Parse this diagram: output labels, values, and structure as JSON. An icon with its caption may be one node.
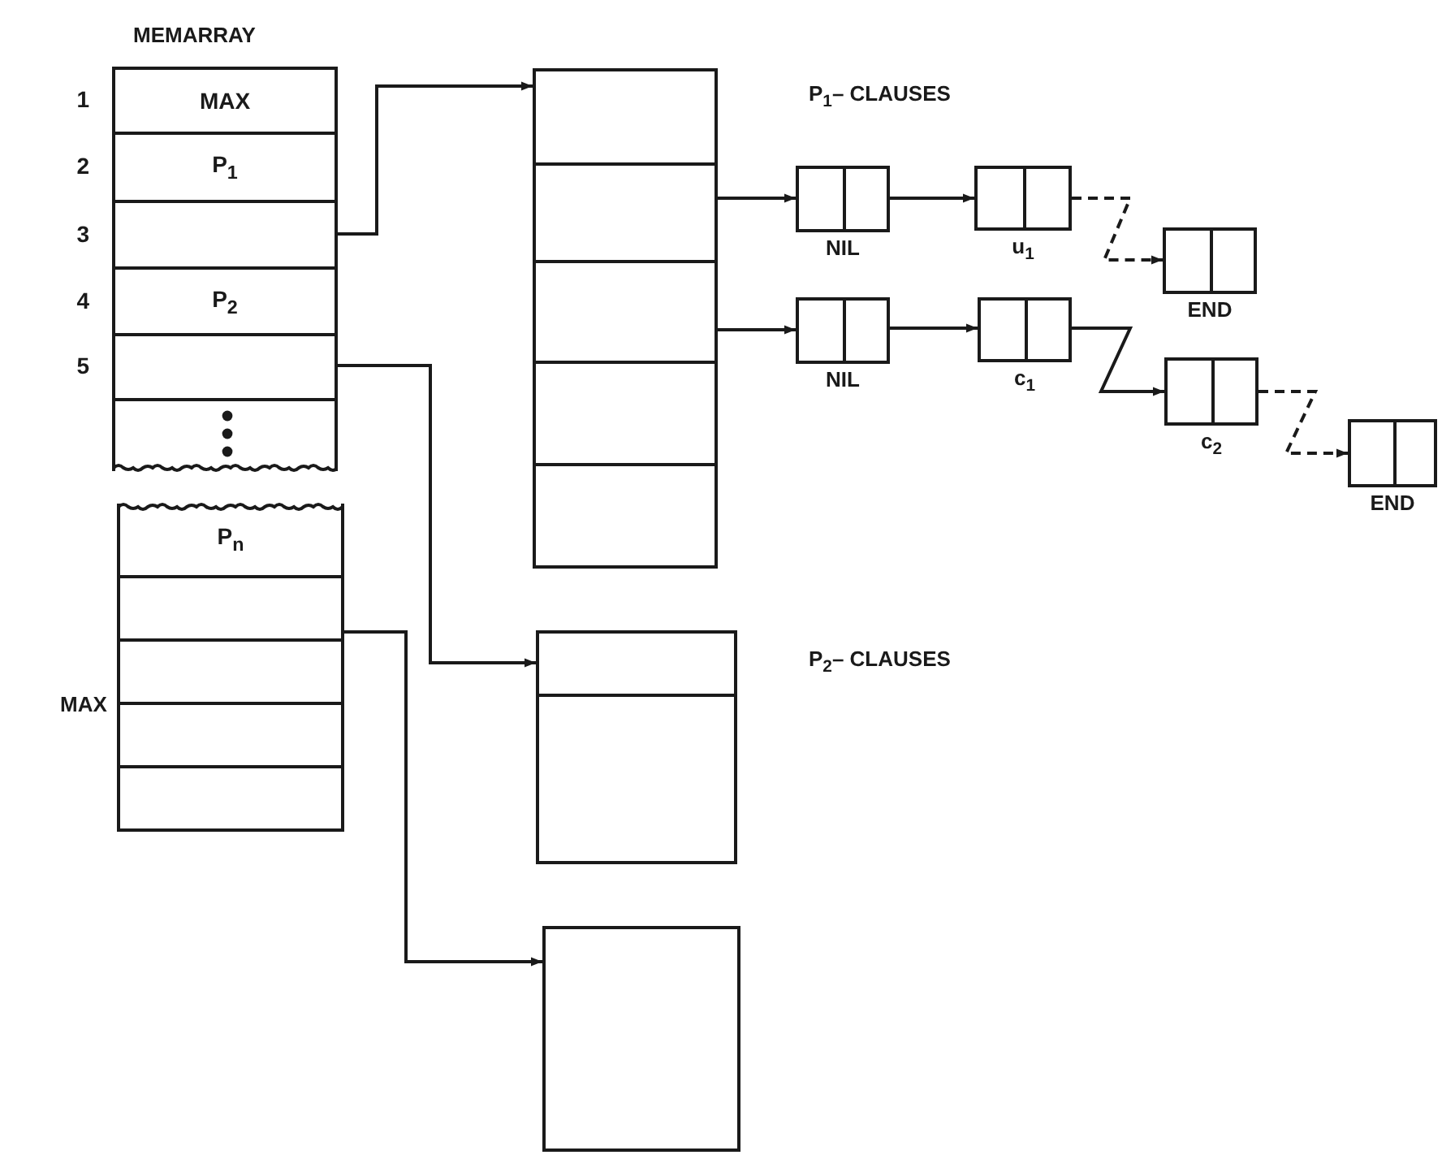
{
  "diagram": {
    "nodes": [
      {
        "text": [
          "MAX"
        ],
        "beside": [
          "1"
        ]
      },
      {
        "text": [
          "P$_{1}$"
        ],
        "beside": [
          "2"
        ]
      },
      {
        "text": [],
        "shape": "box",
        "beside": [
          "3"
        ]
      },
      {
        "text": [
          "P$_{2}$"
        ],
        "beside": [
          "4"
        ]
      },
      {
        "text": [],
        "shape": "box",
        "beside": [
          "5"
        ]
      },
      {
        "text": [],
        "shape": "box"
      },
      {
        "text": [
          "P$_{n}$"
        ]
      },
      {
        "text": [],
        "shape": "box"
      },
      {
        "text": [],
        "shape": "box"
      },
      {
        "text": [],
        "shape": "box"
      },
      {
        "text": [],
        "shape": "box"
      },
      {
        "text": [],
        "shape": "box"
      },
      {
        "text": [],
        "shape": "box"
      },
      {
        "text": [],
        "shape": "box"
      },
      {
        "text": [],
        "shape": "box"
      },
      {
        "text": [],
        "shape": "box"
      },
      {
        "text": [],
        "shape": "box"
      },
      {
        "text": [],
        "shape": "box"
      },
      {
        "text": [],
        "shape": "box"
      },
      {
        "text": [],
        "shape": "box",
        "beside": [
          "NIL"
        ]
      },
      {
        "text": [],
        "shape": "box",
        "beside": [
          "u$_{1}$"
        ]
      },
      {
        "text": [],
        "shape": "box",
        "beside": [
          "END"
        ]
      },
      {
        "text": [],
        "shape": "box",
        "beside": [
          "NIL"
        ]
      },
      {
        "text": [],
        "shape": "box",
        "beside": [
          "c$_{1}$"
        ]
      },
      {
        "text": [],
        "shape": "box",
        "beside": [
          "c$_{2}$"
        ]
      },
      {
        "text": [],
        "shape": "box",
        "beside": [
          "END"
        ]
      }
    ],
    "edges": [
      {
        "from": 2,
        "to": 11,
        "arrow": "to"
      },
      {
        "from": 4,
        "to": 16,
        "arrow": "to"
      },
      {
        "from": 7,
        "to": 18,
        "arrow": "to"
      },
      {
        "from": 12,
        "to": 19,
        "arrow": "to"
      },
      {
        "from": 19,
        "to": 20,
        "arrow": "to"
      },
      {
        "from": 20,
        "to": 21,
        "arrow": "to",
        "style": "dashed"
      },
      {
        "from": 13,
        "to": 22,
        "arrow": "to"
      },
      {
        "from": 22,
        "to": 23,
        "arrow": "to"
      },
      {
        "from": 23,
        "to": 24,
        "arrow": "to"
      },
      {
        "from": 24,
        "to": 25,
        "arrow": "to",
        "style": "dashed"
      }
    ],
    "labels": [
      "MEMARRAY",
      "P$_{1}$– CLAUSES",
      "MAX",
      "P$_{2}$– CLAUSES"
    ]
  }
}
